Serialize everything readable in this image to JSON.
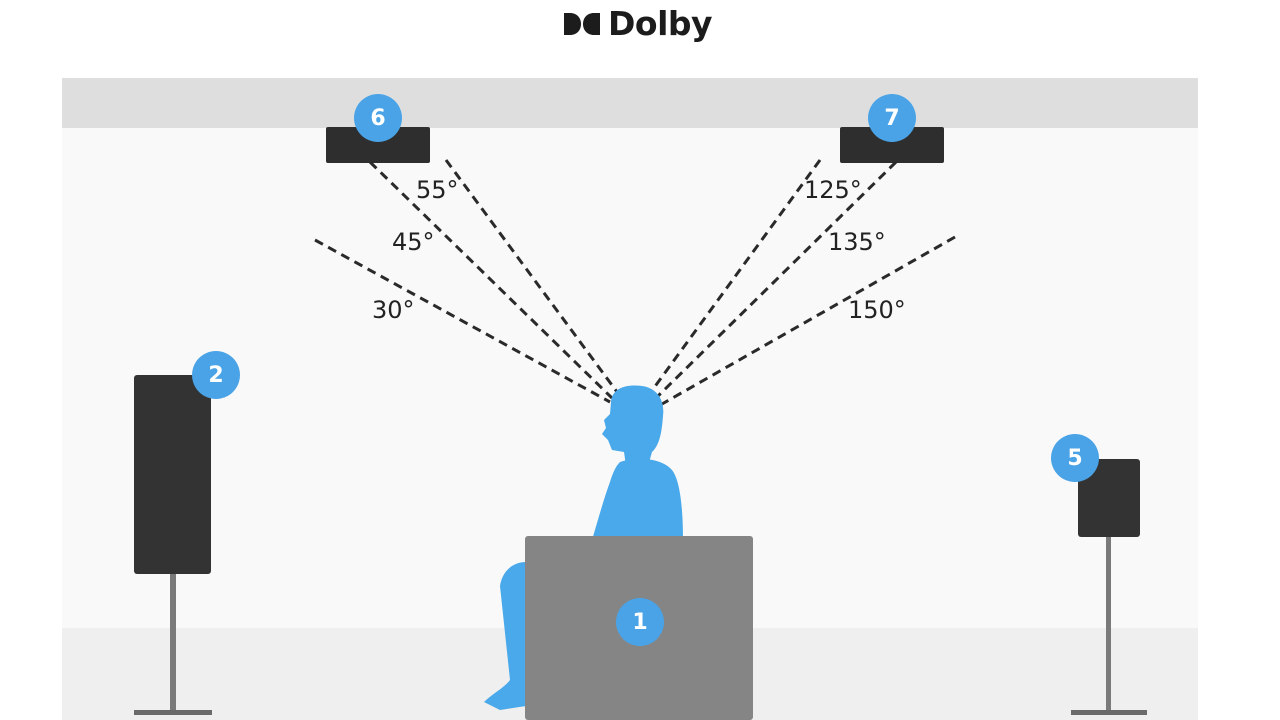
{
  "brand": {
    "name": "Dolby",
    "logo_icon": "dolby-double-d-icon",
    "text_color": "#1c1c1c"
  },
  "diagram": {
    "badge_color": "#4aa3e6",
    "listener_color": "#4aa9ea",
    "speakers": [
      {
        "id": "center",
        "label": "1"
      },
      {
        "id": "front-left",
        "label": "2"
      },
      {
        "id": "surround-right",
        "label": "5"
      },
      {
        "id": "top-left",
        "label": "6"
      },
      {
        "id": "top-right",
        "label": "7"
      }
    ],
    "angles": {
      "left": [
        "55°",
        "45°",
        "30°"
      ],
      "right": [
        "125°",
        "135°",
        "150°"
      ]
    }
  }
}
